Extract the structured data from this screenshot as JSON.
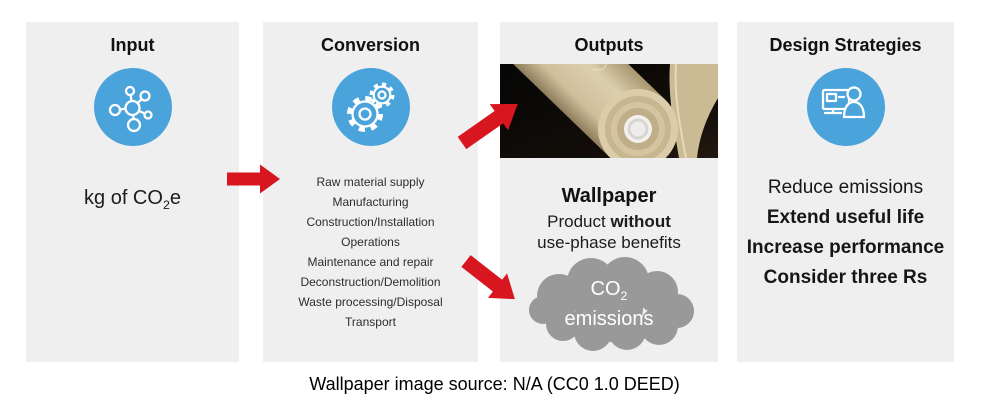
{
  "caption": "Wallpaper image source: N/A (CC0 1.0 DEED)",
  "colors": {
    "accent_blue": "#4BA3DB",
    "arrow_red": "#D8161F",
    "cloud_gray": "#999999",
    "panel_bg": "#EFEFEF"
  },
  "panels": {
    "input": {
      "title": "Input",
      "value_prefix": "kg of CO",
      "value_sub": "2",
      "value_suffix": "e"
    },
    "conversion": {
      "title": "Conversion",
      "stages": [
        "Raw material supply",
        "Manufacturing",
        "Construction/Installation",
        "Operations",
        "Maintenance and repair",
        "Deconstruction/Demolition",
        "Waste processing/Disposal",
        "Transport"
      ]
    },
    "outputs": {
      "title": "Outputs",
      "product_name": "Wallpaper",
      "desc_prefix": "Product ",
      "desc_bold": "without",
      "desc_line2": "use-phase benefits",
      "cloud_line1_main": "CO",
      "cloud_line1_sub": "2",
      "cloud_line2": "emissions"
    },
    "design": {
      "title": "Design Strategies",
      "strategies": [
        {
          "label": "Reduce emissions",
          "bold": false
        },
        {
          "label": "Extend useful life",
          "bold": true
        },
        {
          "label": "Increase performance",
          "bold": true
        },
        {
          "label": "Consider three Rs",
          "bold": true
        }
      ]
    }
  },
  "icons": {
    "input": "molecule-icon",
    "conversion": "gears-icon",
    "outputs_photo": "wallpaper-roll-photo",
    "outputs_cloud": "co2-cloud",
    "design": "person-at-computer-icon"
  }
}
